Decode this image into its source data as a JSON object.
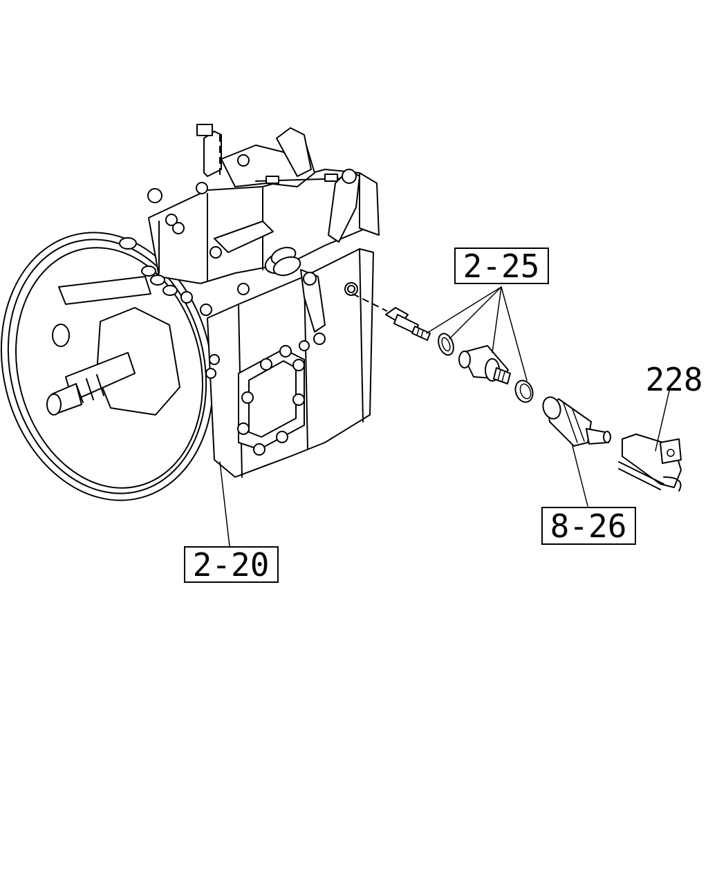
{
  "labels": {
    "transmission": "2-20",
    "switch_kit": "2-25",
    "sensor": "8-26",
    "bracket": "228"
  }
}
